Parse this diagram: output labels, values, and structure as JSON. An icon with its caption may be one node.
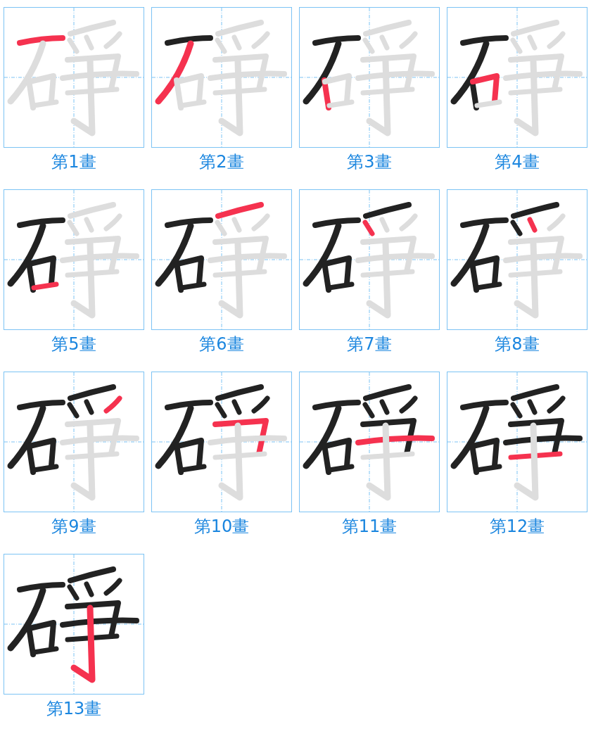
{
  "diagram": {
    "labels": [
      "第1畫",
      "第2畫",
      "第3畫",
      "第4畫",
      "第5畫",
      "第6畫",
      "第7畫",
      "第8畫",
      "第9畫",
      "第10畫",
      "第11畫",
      "第12畫",
      "第13畫"
    ]
  }
}
